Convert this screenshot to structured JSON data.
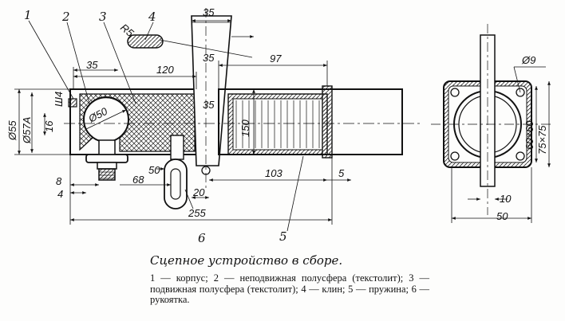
{
  "part_numbers": [
    "1",
    "2",
    "3",
    "4",
    "5",
    "6"
  ],
  "dimensions": {
    "r5": "R5",
    "d35_top": "35",
    "d35_slot": "35",
    "d35_left": "35",
    "d120": "120",
    "d97": "97",
    "d35_mid": "35",
    "phi55": "Ø55",
    "phi57a": "Ø57A",
    "sh4": "Ш4",
    "d16": "16",
    "phi50": "Ø50",
    "d150": "150",
    "d8": "8",
    "d4": "4",
    "d68": "68",
    "d50": "50",
    "d20": "20",
    "d103": "103",
    "d5": "5",
    "d255": "255",
    "phi9": "Ø9",
    "d60x60": "60×60",
    "d75x75": "75×75",
    "d10": "10",
    "d50_right": "50"
  },
  "caption": {
    "title": "Сцепное устройство в сборе.",
    "legend": "1 — корпус; 2 — неподвижная полусфера (текстолит); 3 — подвижная полусфера (текстолит); 4 — клин; 5 — пружина; 6 — рукоятка."
  }
}
